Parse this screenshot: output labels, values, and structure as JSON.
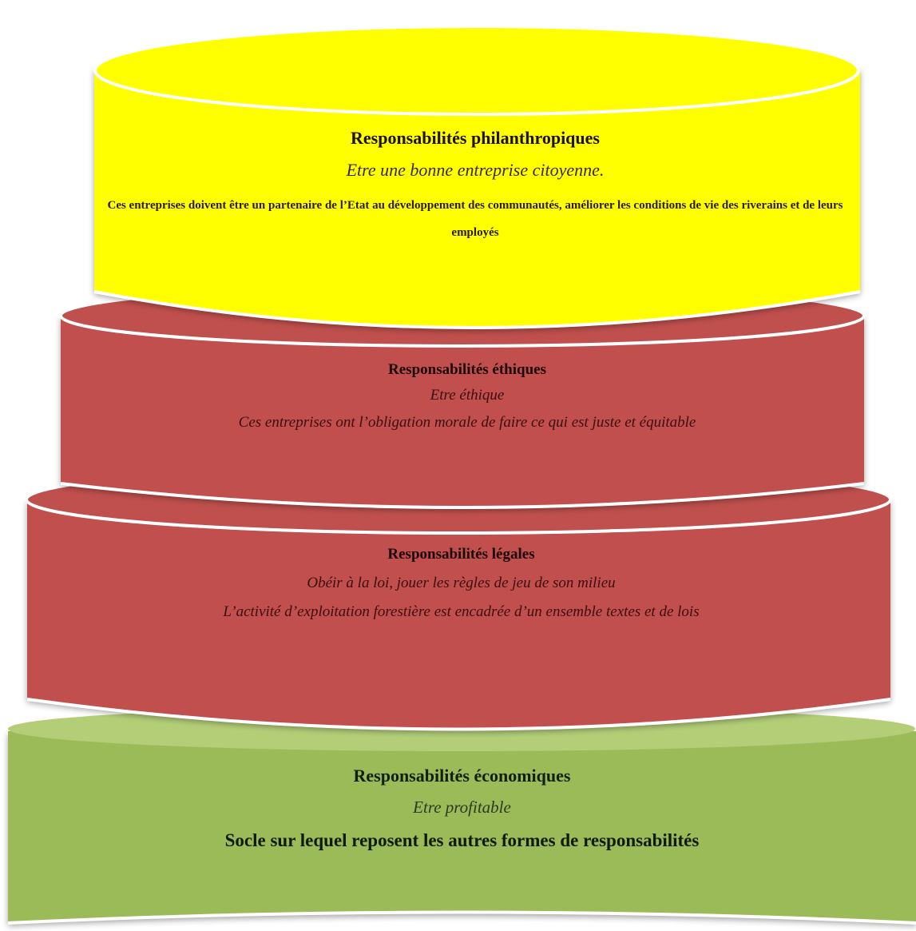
{
  "colors": {
    "philanthropic": "#ffff00",
    "ethics": "#c0504d",
    "legal": "#c0504d",
    "economic": "#9bbb59"
  },
  "layers": {
    "philanthropic": {
      "title": "Responsabilités philanthropiques",
      "subtitle": "Etre une bonne entreprise citoyenne.",
      "body": "Ces entreprises doivent être un partenaire de l’Etat au développement des communautés, améliorer les conditions de vie des riverains et de leurs employés"
    },
    "ethics": {
      "title": "Responsabilités éthiques",
      "subtitle": "Etre éthique",
      "body": "Ces entreprises ont l’obligation morale de faire ce qui est juste et équitable"
    },
    "legal": {
      "title": "Responsabilités légales",
      "subtitle": "Obéir à la loi, jouer les règles de jeu de son milieu",
      "body": "L’activité d’exploitation forestière est encadrée d’un ensemble textes et de lois"
    },
    "economic": {
      "title": "Responsabilités économiques",
      "subtitle": "Etre profitable",
      "body": "Socle sur lequel reposent les autres formes de responsabilités"
    }
  }
}
